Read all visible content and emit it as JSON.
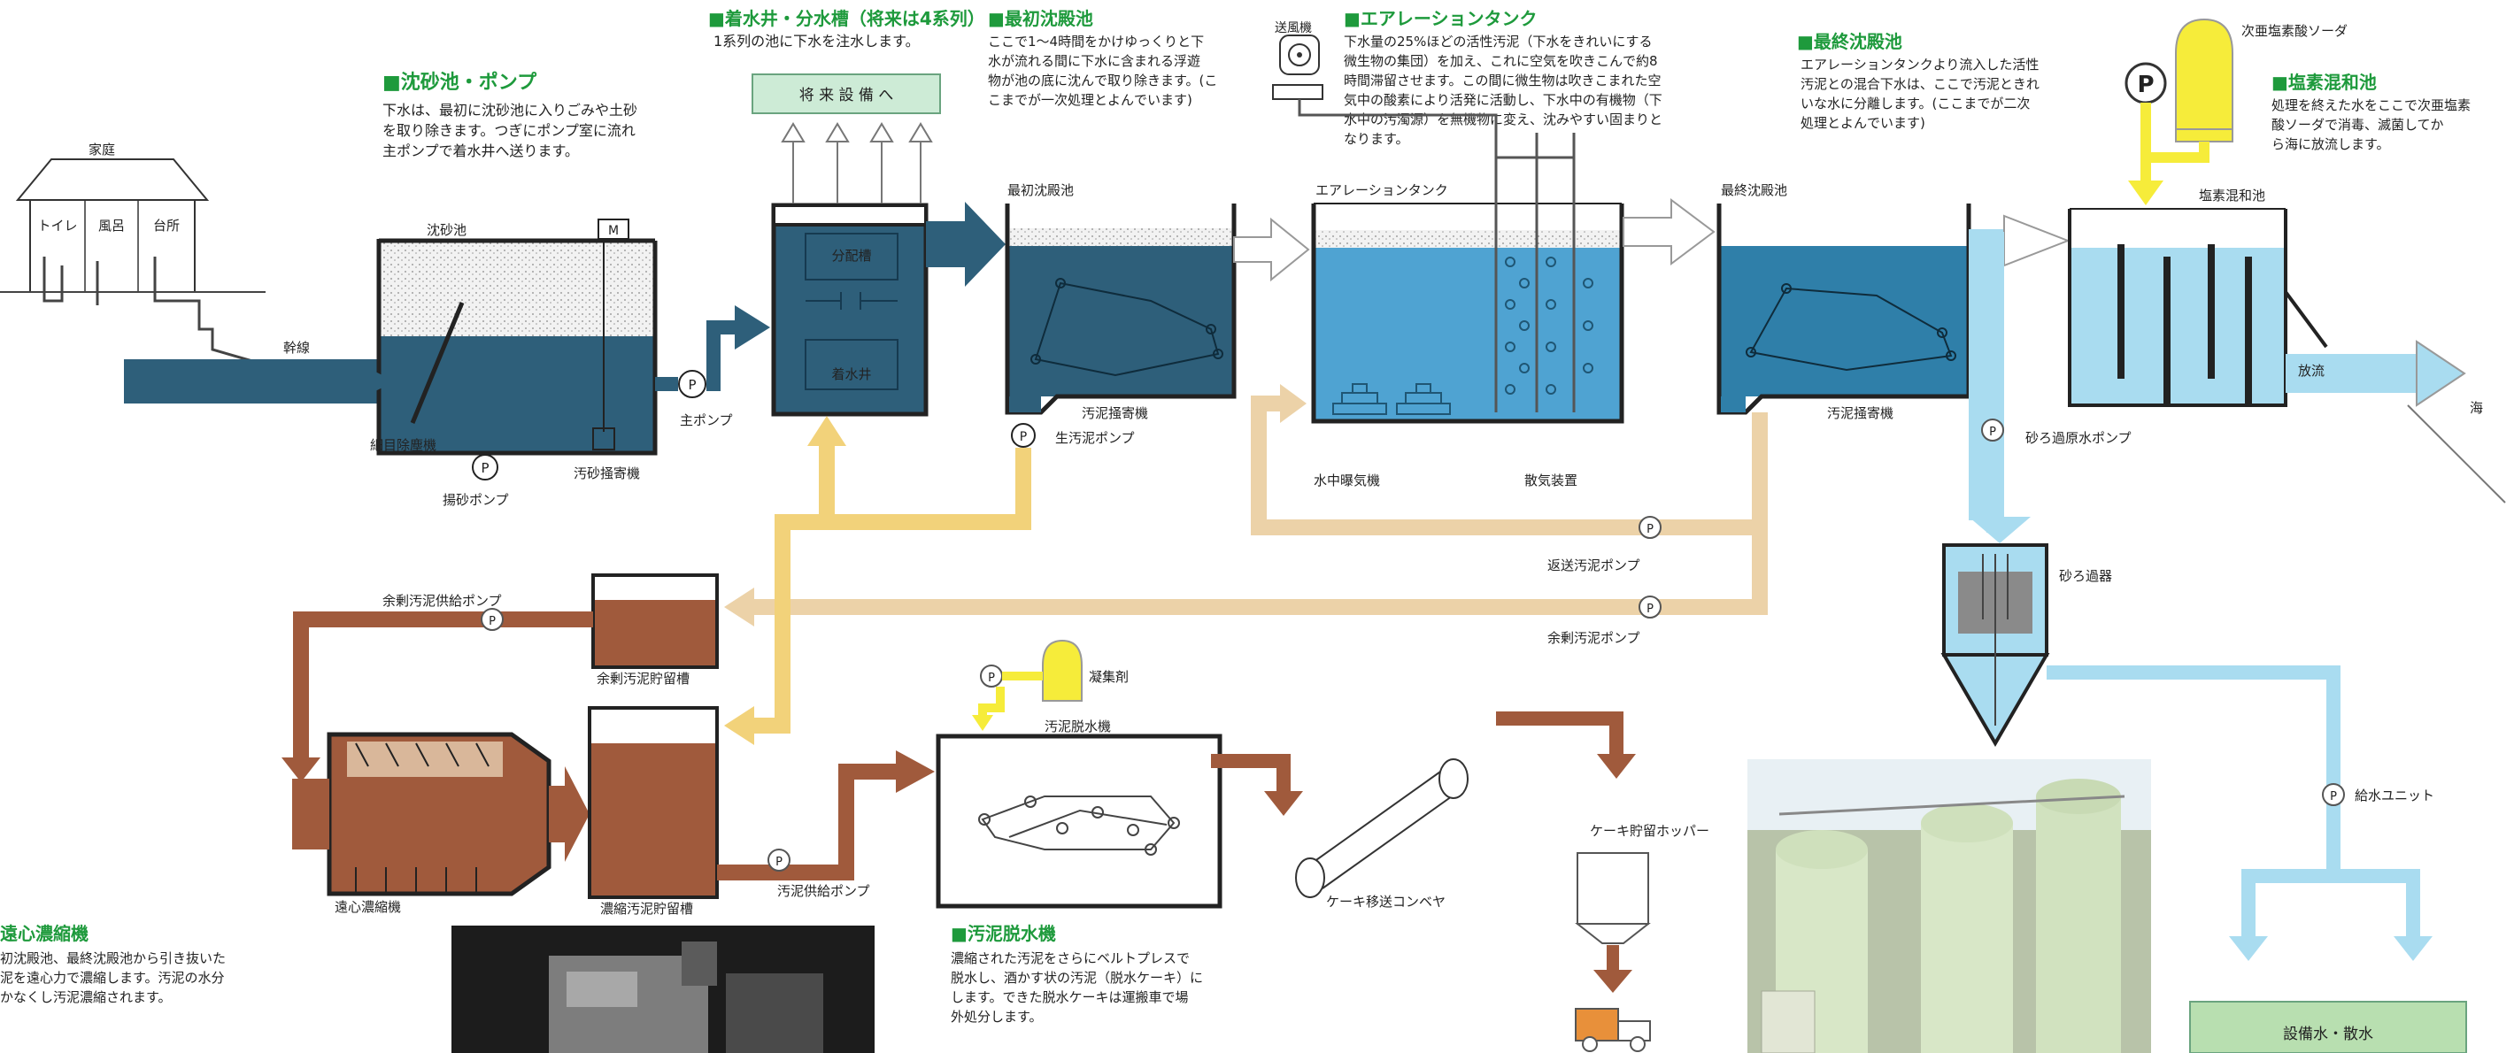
{
  "sections": {
    "chinsa": {
      "title": "■沈砂池・ポンプ",
      "lines": [
        "下水は、最初に沈砂池に入りごみや土砂",
        "を取り除きます。つぎにポンプ室に流れ",
        "主ポンプで着水井へ送ります。"
      ]
    },
    "chakusui": {
      "title": "■着水井・分水槽（将来は4系列）",
      "lines": [
        "1系列の池に下水を注水します。"
      ]
    },
    "saisho": {
      "title": "■最初沈殿池",
      "lines": [
        "ここで1～4時間をかけゆっくりと下",
        "水が流れる間に下水に含まれる浮遊",
        "物が池の底に沈んで取り除きます。(こ",
        "こまでが一次処理とよんでいます)"
      ]
    },
    "aeration": {
      "title": "■エアレーションタンク",
      "lines": [
        "下水量の25%ほどの活性汚泥（下水をきれいにする",
        "微生物の集団）を加え、これに空気を吹きこんで約8",
        "時間滞留させます。この間に微生物は吹きこまれた空",
        "気中の酸素により活発に活動し、下水中の有機物（下",
        "水中の汚濁源）を無機物に変え、沈みやすい固まりと",
        "なります。"
      ]
    },
    "saishu": {
      "title": "■最終沈殿池",
      "lines": [
        "エアレーションタンクより流入した活性",
        "汚泥との混合下水は、ここで汚泥ときれ",
        "いな水に分離します。(ここまでが二次",
        "処理とよんでいます)"
      ]
    },
    "enso": {
      "title": "■塩素混和池",
      "lines": [
        "処理を終えた水をここで次亜塩素",
        "酸ソーダで消毒、滅菌してか",
        "ら海に放流します。"
      ]
    },
    "odei": {
      "title": "■汚泥脱水機",
      "lines": [
        "濃縮された汚泥をさらにベルトプレスで",
        "脱水し、酒かす状の汚泥（脱水ケーキ）に",
        "します。できた脱水ケーキは運搬車で場",
        "外処分します。"
      ]
    },
    "enshin": {
      "title": "遠心濃縮機",
      "lines": [
        "初沈殿池、最終沈殿池から引き抜いた",
        "泥を遠心力で濃縮します。汚泥の水分",
        "かなくし汚泥濃縮されます。"
      ]
    }
  },
  "labels": {
    "katei": "家庭",
    "toilet": "トイレ",
    "furo": "風呂",
    "daidokoro": "台所",
    "kansen": "幹線",
    "chinsachi": "沈砂池",
    "m": "M",
    "saimoku": "細目除塵機",
    "yousa": "揚砂ポンプ",
    "osa": "汚砂掻寄機",
    "shu_pump": "主ポンプ",
    "bunpai": "分配槽",
    "chakusuisei": "着水井",
    "shourai": "将 来 設 備 へ",
    "saisho_ike": "最初沈殿池",
    "odei_kakiyose1": "汚泥掻寄機",
    "nama_pump": "生汚泥ポンプ",
    "sofuki": "送風機",
    "aeration_tank": "エアレーションタンク",
    "suichu": "水中曝気機",
    "sanki": "散気装置",
    "saishu_ike": "最終沈殿池",
    "odei_kakiyose2": "汚泥掻寄機",
    "henso": "返送汚泥ポンプ",
    "yojo": "余剰汚泥ポンプ",
    "jia_soda": "次亜塩素酸ソーダ",
    "enso_ike": "塩素混和池",
    "horyu": "放流",
    "umi": "海",
    "sarokasui": "砂ろ過原水ポンプ",
    "saroka": "砂ろ過器",
    "kyusui": "給水ユニット",
    "setsubisui": "設備水・散水",
    "yojo_kyokyu": "余剰汚泥供給ポンプ",
    "yojo_chozo": "余剰汚泥貯留槽",
    "enshin_noshuku": "遠心濃縮機",
    "noshuku_chozo": "濃縮汚泥貯留槽",
    "odei_kyokyu": "汚泥供給ポンプ",
    "gyoshu": "凝集剤",
    "dassuiki": "汚泥脱水機",
    "conveyor": "ケーキ移送コンベヤ",
    "hopper": "ケーキ貯留ホッパー",
    "p": "P"
  },
  "colors": {
    "water": "#2e5f7a",
    "lightwater": "#a9dcf0",
    "sludge": "#a05a3c",
    "return": "#f2d27a",
    "tan": "#ecd2a8",
    "green": "#1e9a3c"
  }
}
